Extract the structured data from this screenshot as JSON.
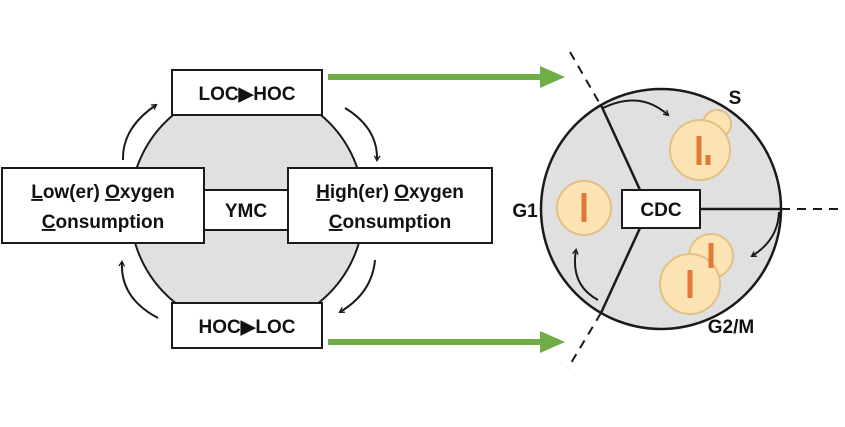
{
  "ymc": {
    "box_top": "LOC▶HOC",
    "box_bottom": "HOC▶LOC",
    "box_center": "YMC",
    "box_left": {
      "line1": {
        "init": "L",
        "a": "ow(er) ",
        "init2": "O",
        "b": "xygen"
      },
      "line2": {
        "init": "C",
        "a": "onsumption"
      }
    },
    "box_right": {
      "line1": {
        "init": "H",
        "a": "igh(er) ",
        "init2": "O",
        "b": "xygen"
      },
      "line2": {
        "init": "C",
        "a": "onsumption"
      }
    }
  },
  "cdc": {
    "center_label": "CDC",
    "phases": {
      "g1": "G1",
      "s": "S",
      "g2m": "G2/M"
    }
  },
  "colors": {
    "connector_arrow": "#70ad47",
    "cycle_fill": "#e0e0e0",
    "cell_fill": "#fbe3b3",
    "cell_stroke": "#e2c086",
    "dna_bar": "#e07a36",
    "stroke": "#1a1a1a"
  }
}
